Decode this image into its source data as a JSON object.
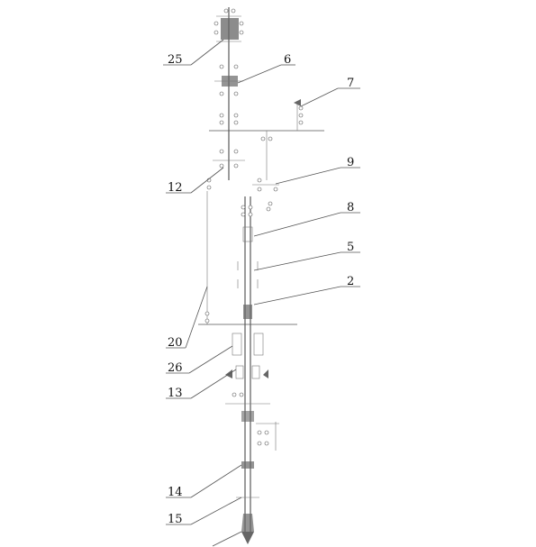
{
  "callouts": [
    {
      "label": "25"
    },
    {
      "label": "6"
    },
    {
      "label": "7"
    },
    {
      "label": "9"
    },
    {
      "label": "12"
    },
    {
      "label": "8"
    },
    {
      "label": "5"
    },
    {
      "label": "2"
    },
    {
      "label": "20"
    },
    {
      "label": "26"
    },
    {
      "label": "13"
    },
    {
      "label": "14"
    },
    {
      "label": "15"
    }
  ]
}
